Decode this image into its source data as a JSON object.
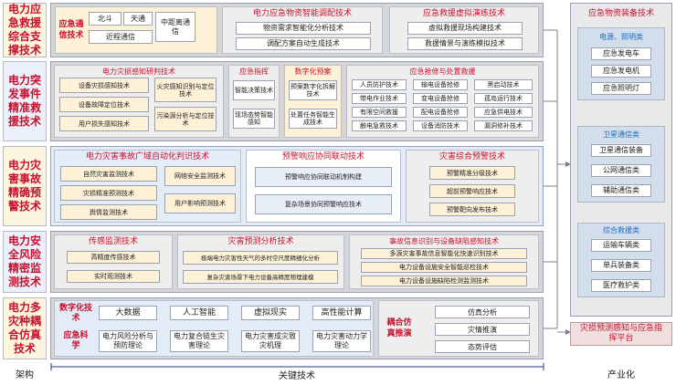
{
  "rows": {
    "r1": "电力应急救援综合支撑技术",
    "r2": "电力突发事件精准救援技术",
    "r3": "电力灾害事故精确预警技术",
    "r4": "电力安全风险精密监测技术",
    "r5": "电力多灾种耦合仿真技术"
  },
  "r1": {
    "comm_title": "应急通信技术",
    "comm_items": [
      "北斗",
      "天通",
      "中距离通信",
      "近程通信"
    ],
    "mat_title": "电力应急物资智能调配技术",
    "mat_items": [
      "物资需求智能化分析技术",
      "调配方案自动生成技术"
    ],
    "drill_title": "应急救援虚拟演练技术",
    "drill_items": [
      "虚拟救援现场构建技术",
      "救援情景与演练模拟技术"
    ]
  },
  "r2": {
    "sense_title": "电力灾损感知研判技术",
    "sense_items": [
      "设备灾损感知技术",
      "火灾感知识别与定位技术",
      "设备故障定位技术",
      "用户损失感知技术",
      "污染源分析与定位技术"
    ],
    "cmd_title": "应急指挥",
    "cmd_items": [
      "智能决策技术",
      "现场态势智能感知"
    ],
    "plan_title": "数字化预案",
    "plan_items": [
      "预案数字化拆解技术",
      "处置任务智能生成技术"
    ],
    "rescue_title": "应急抢修与处置救援",
    "rescue_items": [
      "人员防护技术",
      "输电设备抢修",
      "黑启动技术",
      "带电作业技术",
      "变电设备抢修",
      "孤岛运行技术",
      "有限空间救援",
      "配电设备抢修",
      "应急供电技术",
      "触电急救技术",
      "设备消防技术",
      "漏洞修补技术"
    ]
  },
  "r3": {
    "judge_title": "电力灾害事故广域自动化判识技术",
    "judge_items": [
      "自然灾害监测技术",
      "网络安全监测技术",
      "灾损精准预测技术",
      "用户影响预测技术",
      "舆情监测技术"
    ],
    "link_title": "预警响应协同联动技术",
    "link_items": [
      "预警响应协同联动机制构建",
      "复杂场景协同预警响应技术"
    ],
    "comp_title": "灾害综合预警技术",
    "comp_items": [
      "预警精准分级技术",
      "超前预警响应技术",
      "预警靶向发布技术"
    ]
  },
  "r4": {
    "sensing_title": "传感监测技术",
    "sensing_items": [
      "高精度传感技术",
      "实时观测技术"
    ],
    "predict_title": "灾害预测分析技术",
    "predict_items": [
      "极端电力灾害性天气的多时空尺度精细化分析",
      "复杂灾害场景下电力设备高精度物理建模"
    ],
    "fault_title": "事故信息识别与设备缺陷感知技术",
    "fault_items": [
      "多源灾害事故信息智能化快速识别技术",
      "电力设备设施安全智能巡检技术",
      "电力设备设施缺陷检测监测技术"
    ]
  },
  "r5": {
    "digital_title": "数字化技术",
    "digital_items": [
      "大数据",
      "人工智能",
      "虚拟现实",
      "高性能计算"
    ],
    "science_title": "应急科学",
    "science_items": [
      "电力风险分析与预防理论",
      "电力复合链生灾害理论",
      "电力灾害成灾致灾机理",
      "电力灾害动力学理论"
    ],
    "sim_title": "耦合仿真推演",
    "sim_items": [
      "仿真分析",
      "灾情推演",
      "态势评估"
    ]
  },
  "industry": {
    "title": "应急物资装备技术",
    "g1_title": "电源、照明类",
    "g1_items": [
      "应急发电车",
      "应急发电机",
      "应急照明灯"
    ],
    "g2_title": "卫星通信类",
    "g2_items": [
      "卫星通信装备",
      "公网通信类",
      "辅助通信类"
    ],
    "g3_title": "综合救援类",
    "g3_items": [
      "运输车辆类",
      "单兵装备类",
      "医疗救护类"
    ],
    "platform": "灾损预测感知与应急指挥平台"
  },
  "bottom": {
    "left": "架构",
    "mid": "关键技术",
    "right": "产业化"
  }
}
